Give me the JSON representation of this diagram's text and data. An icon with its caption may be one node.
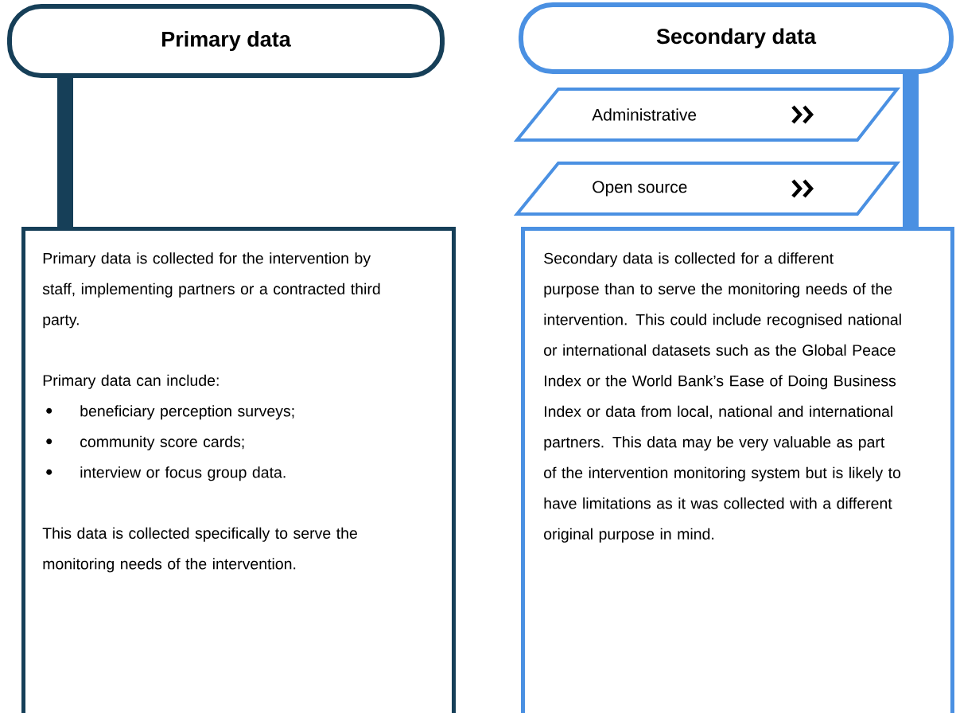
{
  "diagram": {
    "nodes": [
      {
        "text": [
          "Primary data"
        ]
      },
      {
        "text": [
          "Primary data is collected for the intervention by staff, implementing partners or a contracted third party.",
          "Primary data can include:",
          "beneficiary perception surveys;",
          "community score cards;",
          "interview or focus group data.",
          "This data is collected specifically to serve the monitoring needs of the intervention."
        ]
      },
      {
        "text": [
          "Secondary data"
        ]
      },
      {
        "text": [
          "Administrative"
        ]
      },
      {
        "text": [
          "Open source"
        ]
      },
      {
        "text": [
          "Secondary data is collected for a different purpose than to serve the monitoring needs of the intervention. This could include recognised national or international datasets such as the Global Peace Index or the World Bank’s Ease of Doing Business Index or data from local, national and international partners. This data may be very valuable as part of the intervention monitoring system but is likely to have limitations as it was collected with a different original purpose in mind."
        ]
      }
    ],
    "edges": [
      {
        "from": 0,
        "to": 1,
        "arrow": "none",
        "color": "#163f58"
      },
      {
        "from": 2,
        "to": 5,
        "arrow": "none",
        "color": "#4a90e2"
      }
    ]
  }
}
